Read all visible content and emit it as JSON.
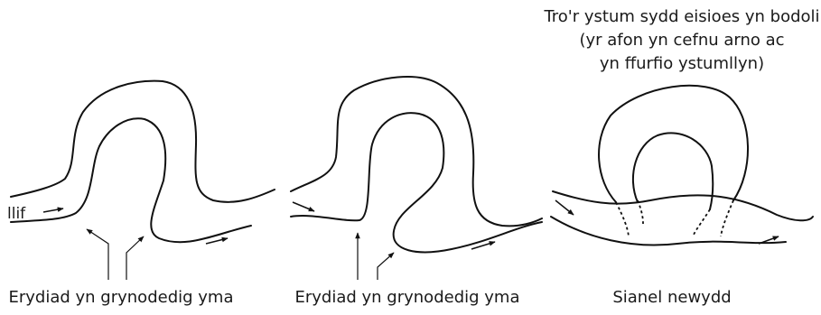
{
  "panels": [
    {
      "caption": "Erydiad yn grynodedig yma",
      "flow_label": "llif"
    },
    {
      "caption": "Erydiad yn grynodedig yma"
    },
    {
      "caption": "Sianel newydd",
      "annotation_lines": [
        "Tro'r ystum sydd eisioes yn bodoli",
        "(yr afon yn cefnu arno ac",
        "yn ffurfio ystumllyn)"
      ]
    }
  ]
}
